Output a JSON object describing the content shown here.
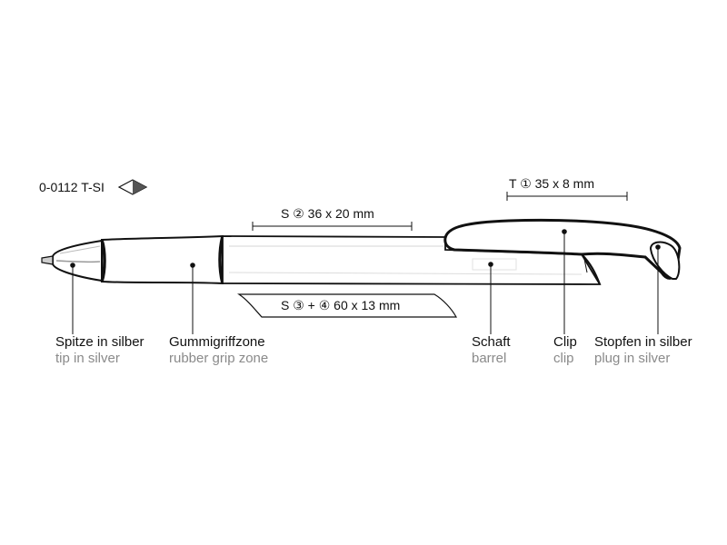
{
  "product_code": "0-0112 T-SI",
  "print_areas": {
    "t1": "T ① 35 x 8 mm",
    "s2": "S ② 36 x 20 mm",
    "s34": "S ③ + ④ 60 x 13 mm"
  },
  "parts": [
    {
      "de": "Spitze in silber",
      "en": "tip in silver"
    },
    {
      "de": "Gummigriffzone",
      "en": "rubber grip zone"
    },
    {
      "de": "Schaft",
      "en": "barrel"
    },
    {
      "de": "Clip",
      "en": "clip"
    },
    {
      "de": "Stopfen in silber",
      "en": "plug in silver"
    }
  ],
  "colors": {
    "line": "#111111",
    "label_en": "#8a8a8a",
    "tip_shade": "#9a9a9a"
  }
}
